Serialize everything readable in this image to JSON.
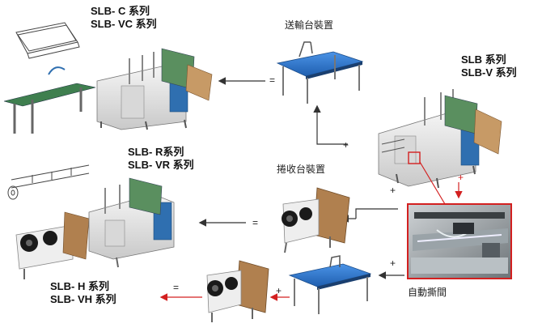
{
  "labels": {
    "slb_c": "SLB- C 系列",
    "slb_vc": "SLB- VC 系列",
    "slb": "SLB 系列",
    "slb_v": "SLB-V 系列",
    "slb_r": "SLB- R系列",
    "slb_vr": "SLB- VR 系列",
    "slb_h": "SLB- H 系列",
    "slb_vh": "SLB- VH 系列"
  },
  "components": {
    "conveyor": "送輸台裝置",
    "winder": "捲收台裝置",
    "auto_tear": "自動撕間"
  },
  "symbols": {
    "equals": "=",
    "plus": "+"
  },
  "colors": {
    "arrow_dark": "#333333",
    "arrow_red": "#d32020",
    "machine_body": "#e6e6e6",
    "machine_blue": "#2f6fb0",
    "machine_green": "#3f7f4f",
    "belt_blue": "#2f78d6",
    "frame_white": "#f2f2f2",
    "roll_black": "#1a1a1a",
    "board_brown": "#b0804f"
  }
}
